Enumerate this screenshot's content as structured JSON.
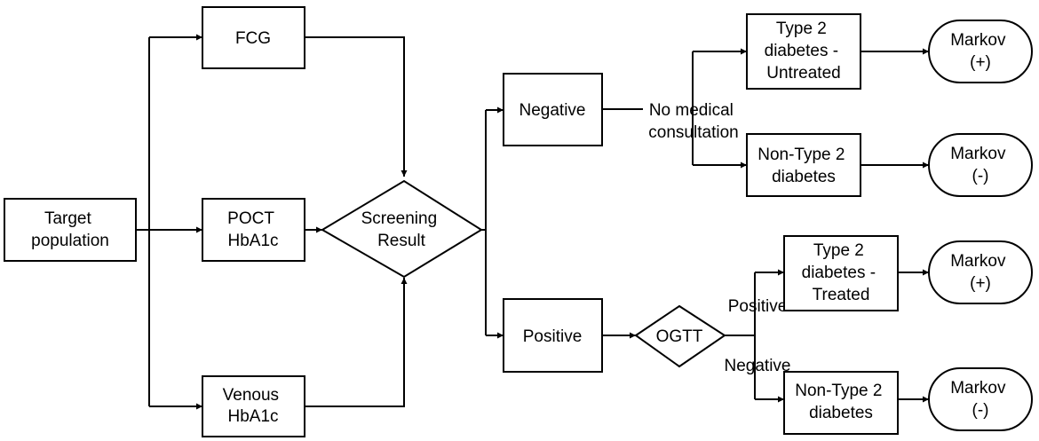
{
  "nodes": {
    "target": [
      "Target",
      "population"
    ],
    "fcg": [
      "FCG"
    ],
    "poct": [
      "POCT",
      "HbA1c"
    ],
    "venous": [
      "Venous",
      "HbA1c"
    ],
    "screening": [
      "Screening",
      "Result"
    ],
    "negative": [
      "Negative"
    ],
    "positive": [
      "Positive"
    ],
    "ogtt": [
      "OGTT"
    ],
    "t2d_untreated": [
      "Type 2",
      "diabetes -",
      "Untreated"
    ],
    "non_t2d_upper": [
      "Non-Type 2",
      "diabetes"
    ],
    "t2d_treated": [
      "Type 2",
      "diabetes -",
      "Treated"
    ],
    "non_t2d_lower": [
      "Non-Type 2",
      "diabetes"
    ],
    "markov_pos_upper": [
      "Markov",
      "(+)"
    ],
    "markov_neg_upper": [
      "Markov",
      "(-)"
    ],
    "markov_pos_lower": [
      "Markov",
      "(+)"
    ],
    "markov_neg_lower": [
      "Markov",
      "(-)"
    ]
  },
  "edge_labels": {
    "no_medical_consultation": [
      "No medical",
      "consultation"
    ],
    "positive_branch": "Positive",
    "negative_branch": "Negative"
  }
}
